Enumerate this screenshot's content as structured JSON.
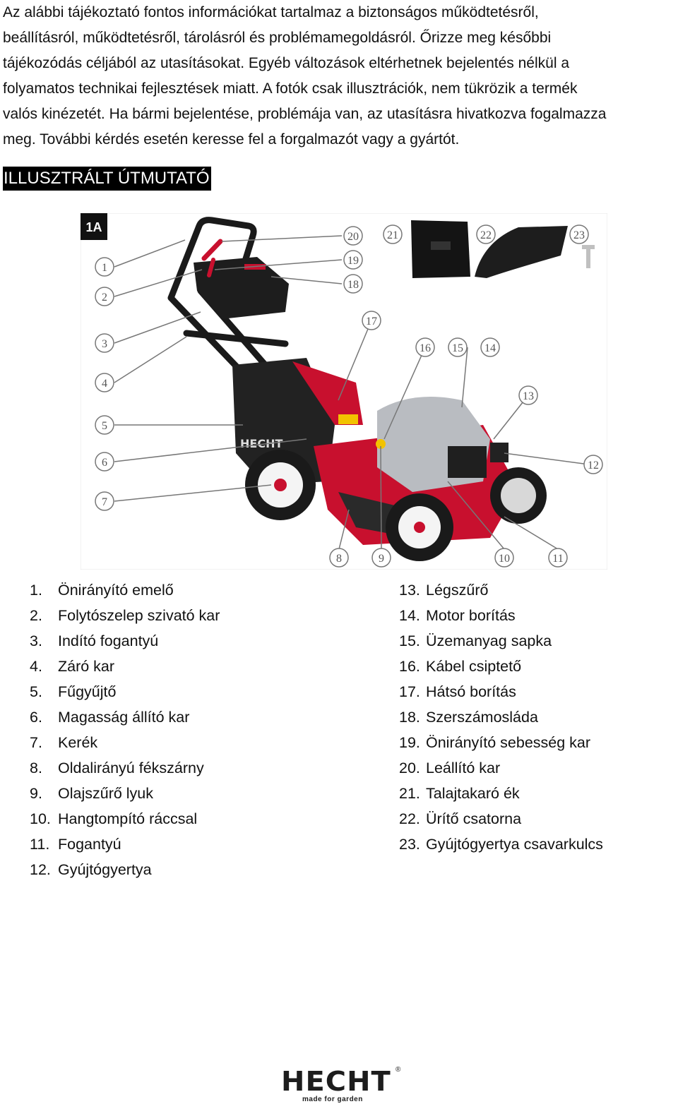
{
  "intro": {
    "lines": [
      "Az alábbi tájékoztató fontos információkat tartalmaz a biztonságos működtetésről,",
      "beállításról, működtetésről, tárolásról és problémamegoldásról. Őrizze meg későbbi",
      "tájékozódás céljából az utasításokat. Egyéb változások eltérhetnek bejelentés nélkül a",
      "folyamatos technikai fejlesztések miatt. A fotók csak illusztrációk, nem tükrözik a termék",
      "valós kinézetét. Ha bármi bejelentése, problémája van, az utasításra hivatkozva fogalmazza",
      "meg. További kérdés esetén keresse fel a forgalmazót vagy a gyártót."
    ]
  },
  "section_title": "ILLUSZTRÁLT ÚTMUTATÓ",
  "figure": {
    "label": "1A",
    "callouts": [
      "1",
      "2",
      "3",
      "4",
      "5",
      "6",
      "7",
      "8",
      "9",
      "10",
      "11",
      "12",
      "13",
      "14",
      "15",
      "16",
      "17",
      "18",
      "19",
      "20",
      "21",
      "22",
      "23"
    ],
    "deck_logo": "HECHT"
  },
  "legend_left": [
    {
      "num": "1.",
      "text": "Önirányító emelő"
    },
    {
      "num": "2.",
      "text": "Folytószelep szivató kar"
    },
    {
      "num": "3.",
      "text": "Indító fogantyú"
    },
    {
      "num": "4.",
      "text": "Záró kar"
    },
    {
      "num": "5.",
      "text": "Fűgyűjtő"
    },
    {
      "num": "6.",
      "text": "Magasság állító kar"
    },
    {
      "num": "7.",
      "text": "Kerék"
    },
    {
      "num": "8.",
      "text": "Oldalirányú fékszárny"
    },
    {
      "num": "9.",
      "text": "Olajszűrő lyuk"
    },
    {
      "num": "10.",
      "text": "Hangtompító ráccsal"
    },
    {
      "num": "11.",
      "text": "Fogantyú"
    },
    {
      "num": "12.",
      "text": "Gyújtógyertya"
    }
  ],
  "legend_right": [
    {
      "num": "13.",
      "text": "Légszűrő"
    },
    {
      "num": "14.",
      "text": "Motor borítás"
    },
    {
      "num": "15.",
      "text": "Üzemanyag sapka"
    },
    {
      "num": "16.",
      "text": "Kábel csiptető"
    },
    {
      "num": "17.",
      "text": "Hátsó borítás"
    },
    {
      "num": "18.",
      "text": "Szerszámosláda"
    },
    {
      "num": "19.",
      "text": "Önirányító sebesség kar"
    },
    {
      "num": "20.",
      "text": "Leállító kar"
    },
    {
      "num": "21.",
      "text": "Talajtakaró ék"
    },
    {
      "num": "22.",
      "text": "Ürítő csatorna"
    },
    {
      "num": "23.",
      "text": "Gyújtógyertya csavarkulcs"
    }
  ],
  "footer": {
    "brand": "HECHT",
    "tagline": "made for garden",
    "reg": "®"
  },
  "colors": {
    "deck_red": "#c8102e",
    "engine_silver": "#b9bcc1",
    "bag_black": "#222222"
  }
}
